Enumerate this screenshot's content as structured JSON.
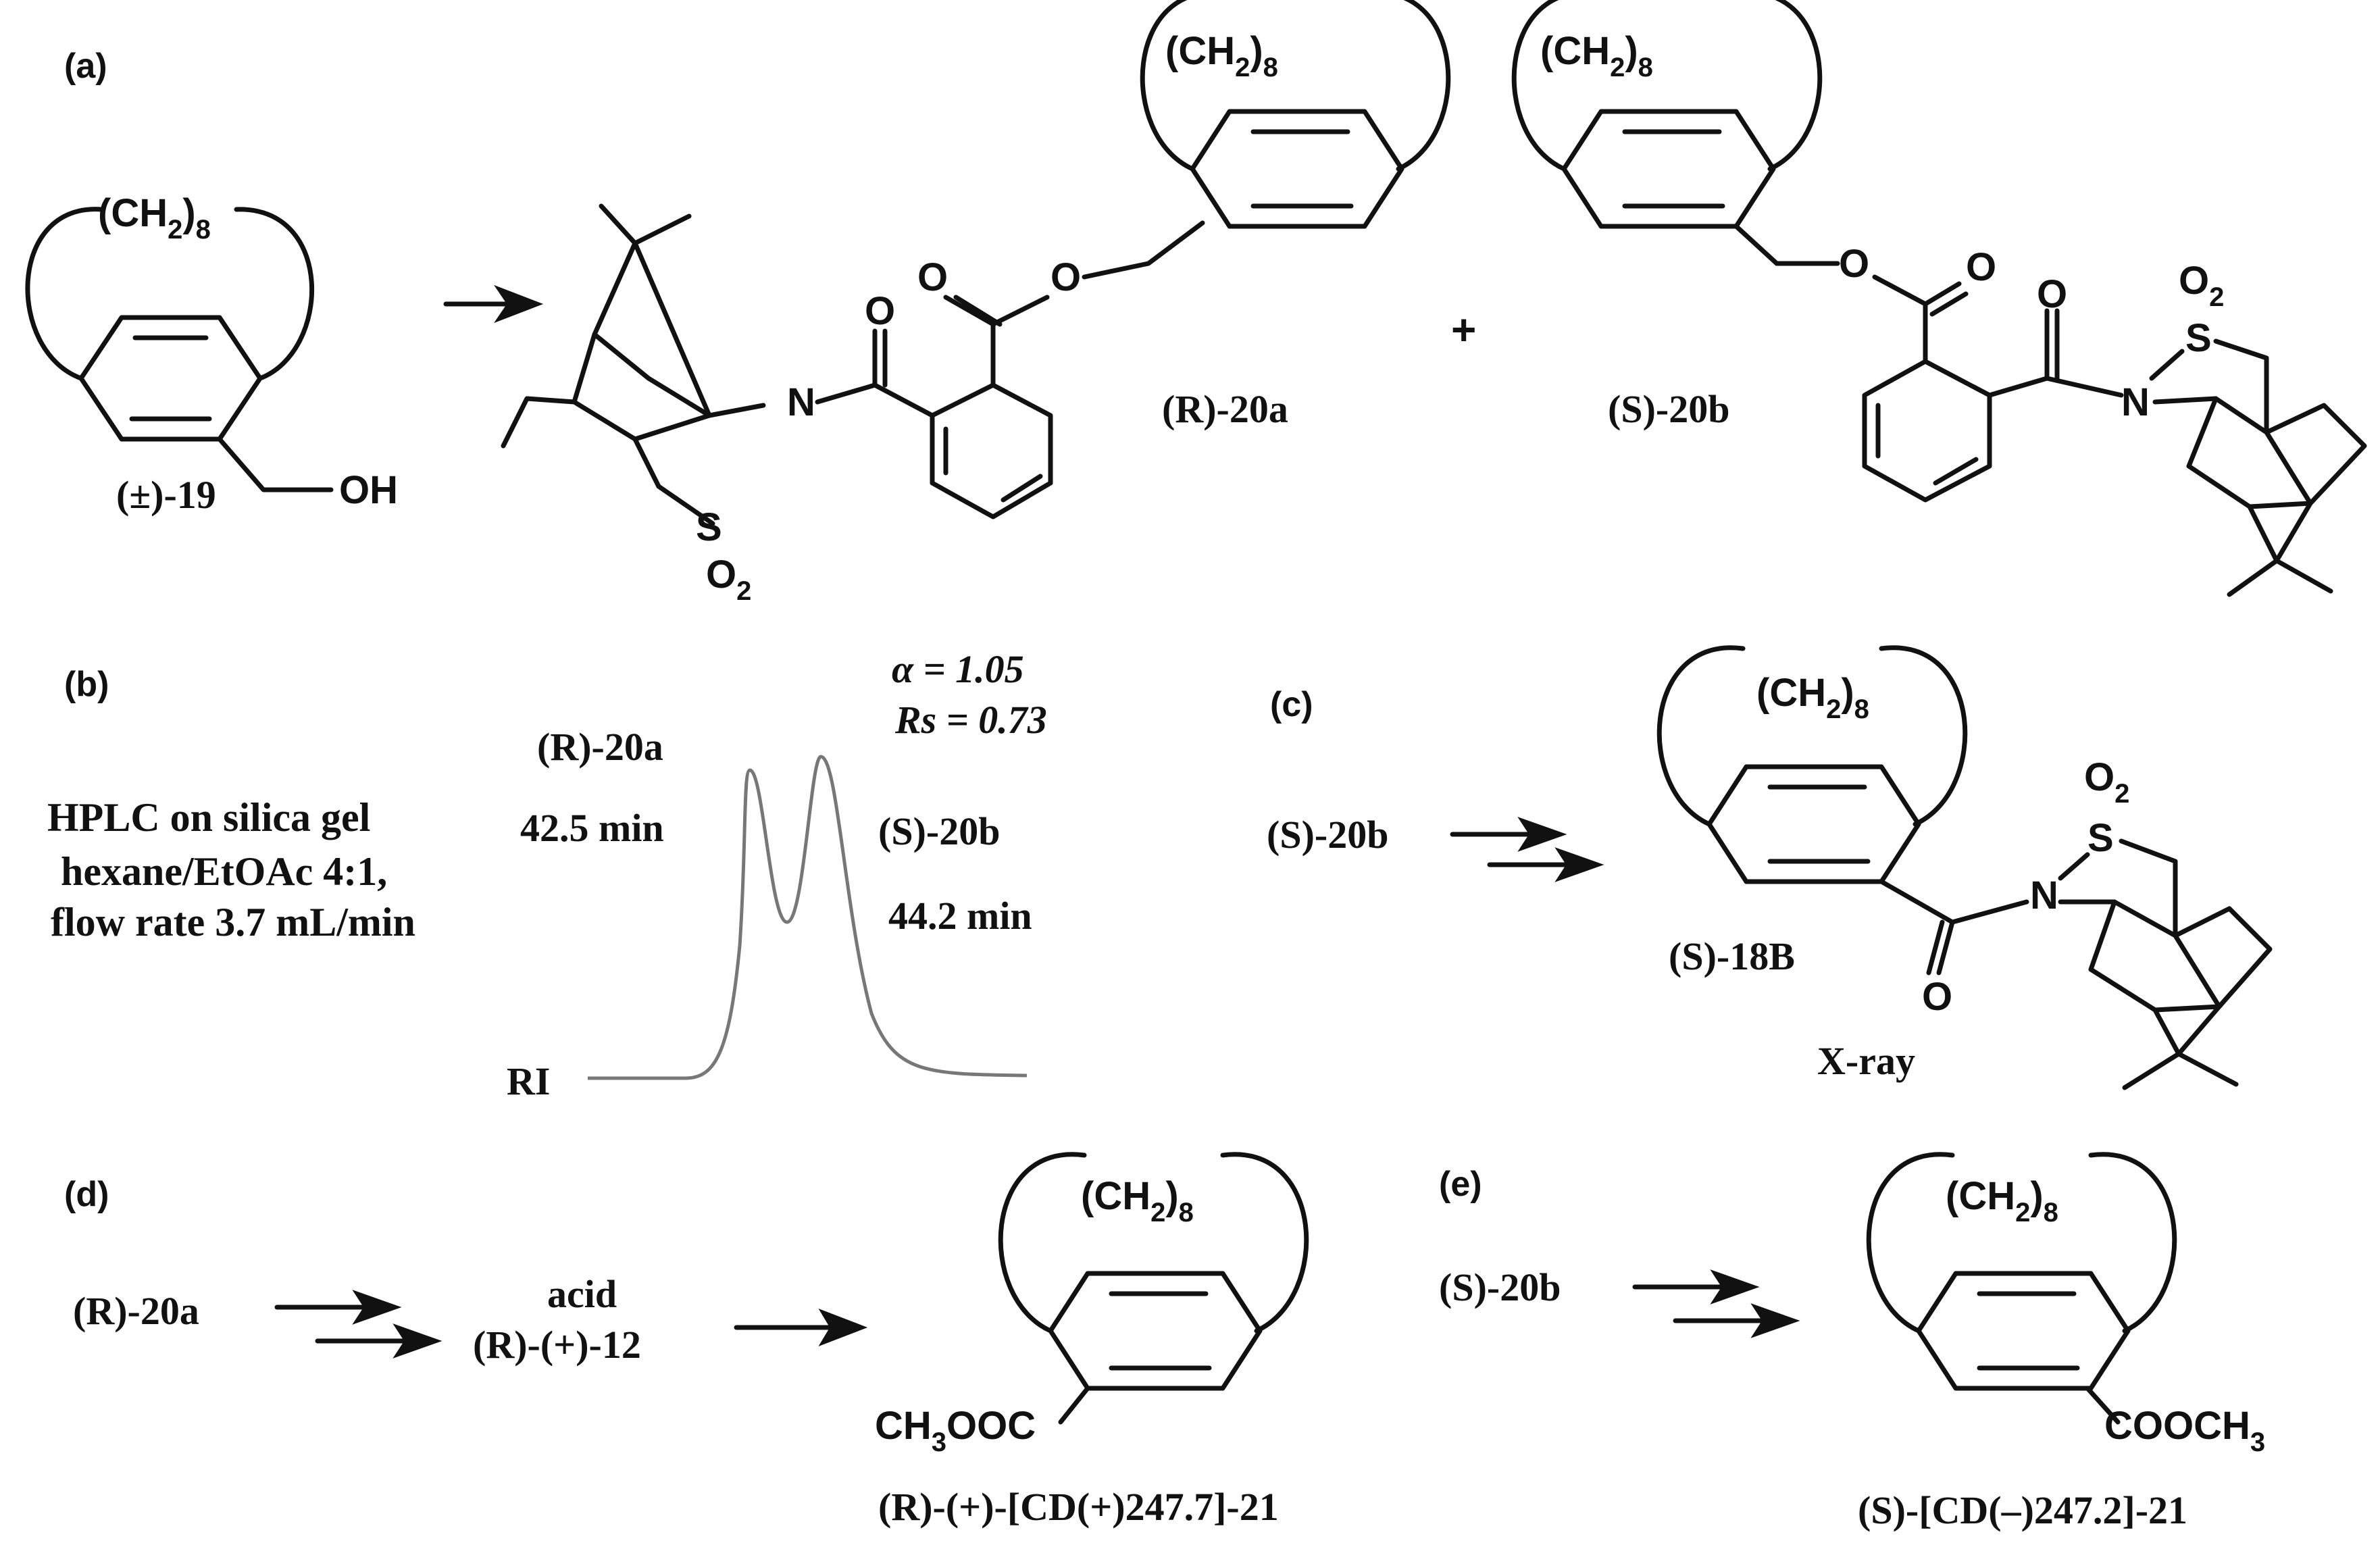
{
  "panels": {
    "a": "(a)",
    "b": "(b)",
    "c": "(c)",
    "d": "(d)",
    "e": "(e)"
  },
  "atoms": {
    "ch2": "(CH",
    "sub2": "2",
    "close": ")",
    "sub8": "8",
    "oh": "OH",
    "o": "O",
    "n": "N",
    "s": "S",
    "o2_o": "O",
    "o2_2": "2",
    "plus": "+",
    "ch3_left": "CH",
    "ch3_sub": "3",
    "ooc": "OOC",
    "cooch": "COOCH",
    "cooch_sub": "3"
  },
  "labels": {
    "rac19": "(±)-19",
    "r20a": "(R)-20a",
    "s20b": "(S)-20b",
    "s18b": "(S)-18B",
    "xray": "X-ray",
    "acid": "acid",
    "r12": "(R)-(+)-12",
    "r21": "(R)-(+)-[CD(+)247.7]-21",
    "s21": "(S)-[CD(–)247.2]-21"
  },
  "hplc": {
    "cond1": "HPLC on silica gel",
    "cond2": "hexane/EtOAc 4:1,",
    "cond3": "flow rate 3.7 mL/min",
    "alpha": "α = 1.05",
    "rs": "Rs = 0.73",
    "peak1_label": "(R)-20a",
    "peak1_time": "42.5 min",
    "peak2_label": "(S)-20b",
    "peak2_time": "44.2 min",
    "detector": "RI"
  },
  "chart_data": {
    "type": "line",
    "title": "",
    "xlabel": "",
    "ylabel": "",
    "series": [
      {
        "peak": "(R)-20a",
        "retention_min": 42.5
      },
      {
        "peak": "(S)-20b",
        "retention_min": 44.2
      }
    ],
    "alpha": 1.05,
    "Rs": 0.73
  }
}
